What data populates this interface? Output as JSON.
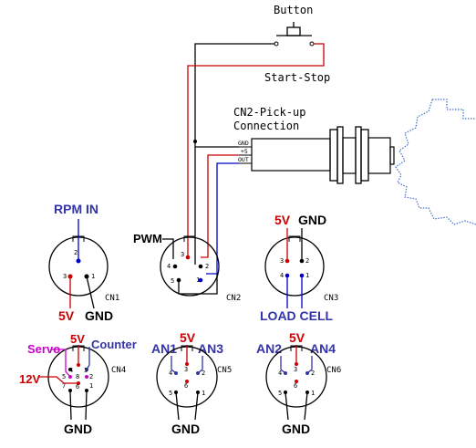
{
  "title_button": "Button",
  "switch_label": "Start-Stop",
  "pickup": {
    "title_line1": "CN2-Pick-up",
    "title_line2": "Connection",
    "pin_gnd": "GND",
    "pin_plus5": "+5",
    "pin_out": "OUT"
  },
  "connectors": {
    "cn1": {
      "name": "CN1",
      "top_label": "RPM IN",
      "left_label": "5V",
      "right_label": "GND"
    },
    "cn2": {
      "name": "CN2",
      "left_label": "PWM"
    },
    "cn3": {
      "name": "CN3",
      "top_left": "5V",
      "top_right": "GND",
      "bottom_label": "LOAD CELL"
    },
    "cn4": {
      "name": "CN4",
      "top_red": "5V",
      "left_magenta": "Servo",
      "right_blue": "Counter",
      "left_red": "12V",
      "bottom": "GND"
    },
    "cn5": {
      "name": "CN5",
      "top_red": "5V",
      "left_blue": "AN1",
      "right_blue": "AN3",
      "bottom": "GND"
    },
    "cn6": {
      "name": "CN6",
      "top_red": "5V",
      "left_blue": "AN2",
      "right_blue": "AN4",
      "bottom": "GND"
    }
  },
  "pins": {
    "p1": "1",
    "p2": "2",
    "p3": "3",
    "p4": "4",
    "p5": "5",
    "p6": "6",
    "p7": "7",
    "p8": "8"
  },
  "colors": {
    "wire_black": "#000000",
    "wire_red": "#cc0000",
    "wire_blue": "#0000cc",
    "label_blue": "#3333aa",
    "label_red": "#cc0000",
    "label_magenta": "#cc00cc",
    "gear_blue": "#3f6fcf"
  }
}
